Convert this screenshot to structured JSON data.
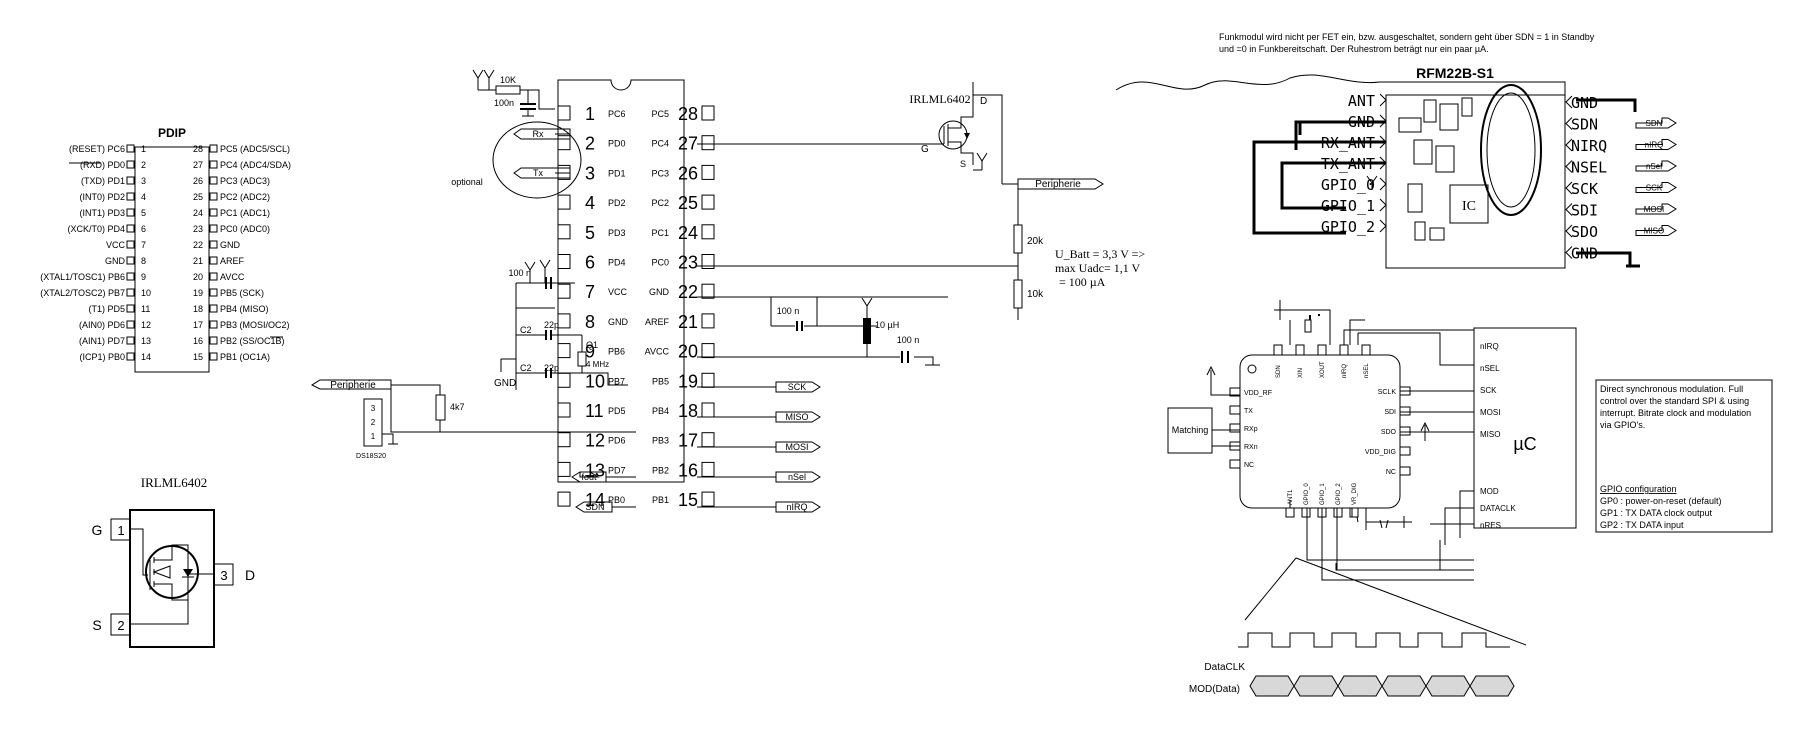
{
  "pdip": {
    "title": "PDIP",
    "left": [
      "(RESET) PC6",
      "(RXD) PD0",
      "(TXD) PD1",
      "(INT0) PD2",
      "(INT1) PD3",
      "(XCK/T0) PD4",
      "VCC",
      "GND",
      "(XTAL1/TOSC1) PB6",
      "(XTAL2/TOSC2) PB7",
      "(T1) PD5",
      "(AIN0) PD6",
      "(AIN1) PD7",
      "(ICP1) PB0"
    ],
    "right": [
      "PC5 (ADC5/SCL)",
      "PC4 (ADC4/SDA)",
      "PC3 (ADC3)",
      "PC2 (ADC2)",
      "PC1 (ADC1)",
      "PC0 (ADC0)",
      "GND",
      "AREF",
      "AVCC",
      "PB5 (SCK)",
      "PB4 (MISO)",
      "PB3 (MOSI/OC2)",
      "PB2 (SS/OC1B)",
      "PB1 (OC1A)"
    ]
  },
  "mosfet_package": {
    "title": "IRLML6402",
    "pin_g": "G",
    "pin_s": "S",
    "pin_d": "D",
    "num1": "1",
    "num2": "2",
    "num3": "3"
  },
  "mcu": {
    "left_names": [
      "PC6",
      "PD0",
      "PD1",
      "PD2",
      "PD3",
      "PD4",
      "VCC",
      "GND",
      "PB6",
      "PB7",
      "PD5",
      "PD6",
      "PD7",
      "PB0"
    ],
    "right_names": [
      "PC5",
      "PC4",
      "PC3",
      "PC2",
      "PC1",
      "PC0",
      "GND",
      "AREF",
      "AVCC",
      "PB5",
      "PB4",
      "PB3",
      "PB2",
      "PB1"
    ],
    "left_nums": [
      "1",
      "2",
      "3",
      "4",
      "5",
      "6",
      "7",
      "8",
      "9",
      "10",
      "11",
      "12",
      "13",
      "14"
    ],
    "right_nums": [
      "28",
      "27",
      "26",
      "25",
      "24",
      "23",
      "22",
      "21",
      "20",
      "19",
      "18",
      "17",
      "16",
      "15"
    ]
  },
  "labels": {
    "r10k": "10K",
    "c100n_top": "100n",
    "rx": "Rx",
    "tx": "Tx",
    "optional": "optional",
    "c100n_vcc": "100 n",
    "c2_a": "C2",
    "c22p_a": "22p",
    "c2_b": "C2",
    "c22p_b": "22p",
    "q1": "Q1",
    "q1_freq": "4 MHz",
    "gnd": "GND",
    "c100n_aref": "100 n",
    "l10uh": "10 µH",
    "c100n_avcc": "100 n",
    "sck": "SCK",
    "miso": "MISO",
    "mosi": "MOSI",
    "nsel": "nSel",
    "nirq": "nIRQ",
    "fout": "fout",
    "sdn": "SDN",
    "peripherie_left": "Peripherie",
    "r4k7": "4k7",
    "ds_pin3": "3",
    "ds_pin2": "2",
    "ds_pin1": "1",
    "ds18s20": "DS18S20",
    "irlml_top": "IRLML6402",
    "fet_d": "D",
    "fet_g": "G",
    "fet_s": "S",
    "peripherie_right": "Peripherie",
    "r20k": "20k",
    "r10k_b": "10k",
    "ubatt1": "U_Batt = 3,3 V =>",
    "ubatt2": "max Uadc= 1,1 V",
    "ubatt3": "= 100 µA"
  },
  "rfm": {
    "note1": "Funkmodul wird nicht per FET ein, bzw. ausgeschaltet, sondern geht über SDN = 1 in Standby",
    "note2": "und =0 in Funkbereitschaft. Der Ruhestrom beträgt nur ein paar µA.",
    "title": "RFM22B-S1",
    "left_pins": [
      "ANT",
      "GND",
      "RX_ANT",
      "TX_ANT",
      "GPIO_0",
      "GPIO_1",
      "GPIO_2"
    ],
    "right_pins": [
      "GND",
      "SDN",
      "NIRQ",
      "NSEL",
      "SCK",
      "SDI",
      "SDO",
      "GND"
    ],
    "right_tags": [
      "SDN",
      "nIRQ",
      "nSel",
      "SCK",
      "MOSI",
      "MISO"
    ],
    "ic": "IC"
  },
  "block": {
    "top_pins": [
      "SDN",
      "XIN",
      "XOUT",
      "nIRQ",
      "nSEL"
    ],
    "left_pins": [
      "VDD_RF",
      "TX",
      "RXp",
      "RXn",
      "NC"
    ],
    "right_pins": [
      "SCLK",
      "SDI",
      "SDO",
      "VDD_DIG",
      "NC"
    ],
    "bottom_pins": [
      "ANT1",
      "GPIO_0",
      "GPIO_1",
      "GPIO_2",
      "VR_DIG"
    ],
    "matching": "Matching",
    "uc_signals": [
      "nIRQ",
      "nSEL",
      "SCK",
      "MOSI",
      "MISO"
    ],
    "uc_label": "µC",
    "uc_bottom": [
      "MOD",
      "DATACLK",
      "nRES"
    ],
    "desc1": "Direct synchronous modulation. Full",
    "desc2": "control over the standard SPI & using",
    "desc3": "interrupt. Bitrate clock and modulation",
    "desc4": "via GPIO's.",
    "gpio_title": "GPIO configuration",
    "gpio0": "GP0 : power-on-reset (default)",
    "gpio1": "GP1 : TX DATA clock output",
    "gpio2": "GP2 : TX DATA input",
    "dataclk": "DataCLK",
    "moddata": "MOD(Data)"
  }
}
